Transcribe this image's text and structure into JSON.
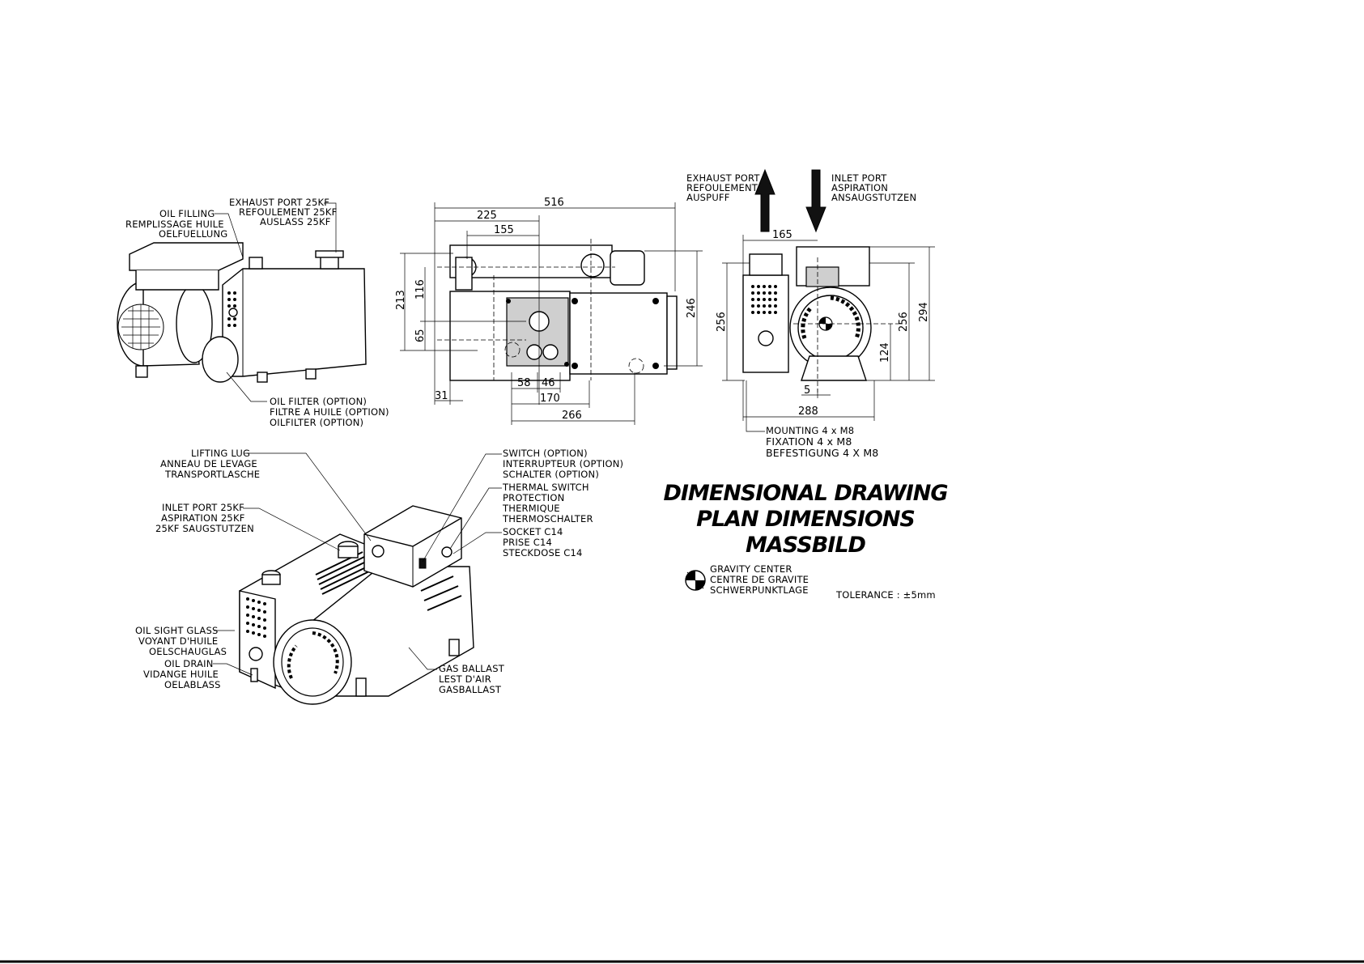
{
  "callouts": {
    "exhaust_25kf": [
      "EXHAUST PORT 25KF",
      "REFOULEMENT 25KF",
      "AUSLASS 25KF"
    ],
    "oil_filling": [
      "OIL FILLING",
      "REMPLISSAGE HUILE",
      "OELFUELLUNG"
    ],
    "oil_filter": [
      "OIL FILTER (OPTION)",
      "FILTRE A HUILE (OPTION)",
      "OILFILTER (OPTION)"
    ],
    "lifting_lug": [
      "LIFTING LUG",
      "ANNEAU DE LEVAGE",
      "TRANSPORTLASCHE"
    ],
    "inlet_25kf": [
      "INLET PORT 25KF",
      "ASPIRATION 25KF",
      "25KF SAUGSTUTZEN"
    ],
    "switch": [
      "SWITCH (OPTION)",
      "INTERRUPTEUR (OPTION)",
      "SCHALTER (OPTION)"
    ],
    "thermal_switch": [
      "THERMAL SWITCH",
      "PROTECTION",
      "THERMIQUE",
      "THERMOSCHALTER"
    ],
    "socket": [
      "SOCKET C14",
      "PRISE C14",
      "STECKDOSE C14"
    ],
    "oil_sight_glass": [
      "OIL SIGHT GLASS",
      "VOYANT D'HUILE",
      "OELSCHAUGLAS"
    ],
    "oil_drain": [
      "OIL DRAIN",
      "VIDANGE HUILE",
      "OELABLASS"
    ],
    "gas_ballast": [
      "GAS BALLAST",
      "LEST D'AIR",
      "GASBALLAST"
    ],
    "exhaust_port": [
      "EXHAUST PORT",
      "REFOULEMENT",
      "AUSPUFF"
    ],
    "inlet_port": [
      "INLET PORT",
      "ASPIRATION",
      "ANSAUGSTUTZEN"
    ],
    "mounting": [
      "MOUNTING 4 x M8",
      "FIXATION 4 x M8",
      "BEFESTIGUNG 4 X M8"
    ]
  },
  "dimensions": {
    "side": {
      "overall_length": "516",
      "d225": "225",
      "d155": "155",
      "d213": "213",
      "d116": "116",
      "d65": "65",
      "d246": "246",
      "d31": "31",
      "d58": "58",
      "d46": "46",
      "d170": "170",
      "d266": "266"
    },
    "front": {
      "d165": "165",
      "d256_left": "256",
      "d256_right": "256",
      "d294": "294",
      "d124": "124",
      "d5": "5",
      "d288": "288"
    }
  },
  "title": [
    "DIMENSIONAL DRAWING",
    "PLAN DIMENSIONS",
    "MASSBILD"
  ],
  "legend": {
    "gravity_center": [
      "GRAVITY CENTER",
      "CENTRE DE GRAVITE",
      "SCHWERPUNKTLAGE"
    ],
    "icon": "gravity-center-icon"
  },
  "tolerance": "TOLERANCE : ±5mm"
}
